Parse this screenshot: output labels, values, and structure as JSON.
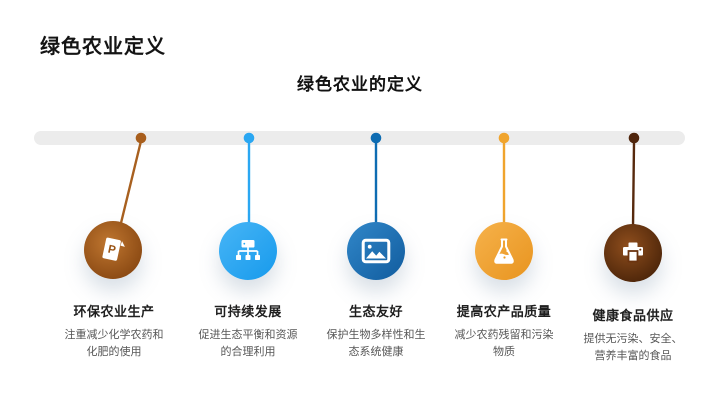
{
  "header": {
    "title": "绿色农业定义",
    "subtitle": "绿色农业的定义"
  },
  "timeline": {
    "bar_color": "#ececec",
    "items": [
      {
        "icon": "document-p-icon",
        "title": "环保农业生产",
        "desc": "注重减少化学农药和化肥的使用",
        "dot_color": "#a85e1c",
        "line_color": "#a8601f",
        "gradient": [
          "#bf7630",
          "#7b3c0a"
        ]
      },
      {
        "icon": "org-chart-icon",
        "title": "可持续发展",
        "desc": "促进生态平衡和资源的合理利用",
        "dot_color": "#2aa7f2",
        "line_color": "#2aa7f2",
        "gradient": [
          "#47b5f6",
          "#179aec"
        ]
      },
      {
        "icon": "image-icon",
        "title": "生态友好",
        "desc": "保护生物多样性和生态系统健康",
        "dot_color": "#0e6cb2",
        "line_color": "#0e6cb2",
        "gradient": [
          "#3187c9",
          "#115c9e"
        ]
      },
      {
        "icon": "flask-icon",
        "title": "提高农产品质量",
        "desc": "减少农药残留和污染物质",
        "dot_color": "#f0a42d",
        "line_color": "#f0a42d",
        "gradient": [
          "#f6b24b",
          "#e8941f"
        ]
      },
      {
        "icon": "printer-icon",
        "title": "健康食品供应",
        "desc": "提供无污染、安全、营养丰富的食品",
        "dot_color": "#4f250c",
        "line_color": "#57290d",
        "gradient": [
          "#8f4e1d",
          "#3a1a04"
        ]
      }
    ]
  }
}
